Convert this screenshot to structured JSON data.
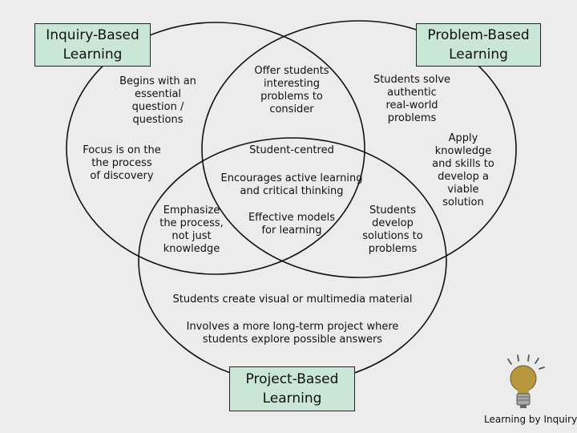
{
  "sets": {
    "inquiry": "Inquiry-Based\nLearning",
    "problem": "Problem-Based\nLearning",
    "project": "Project-Based\nLearning"
  },
  "regions": {
    "inquiry_only_1": "Begins with an\nessential\nquestion /\nquestions",
    "inquiry_only_2": "Focus is on the\nthe process\nof discovery",
    "inquiry_problem": "Offer students\ninteresting\nproblems to\nconsider",
    "problem_only_1": "Students solve\nauthentic\nreal-world\nproblems",
    "problem_only_2": "Apply\nknowledge\nand skills to\ndevelop a\nviable\nsolution",
    "center_1": "Student-centred",
    "center_2": "Encourages active learning\nand critical thinking",
    "center_3": "Effective models\nfor learning",
    "inquiry_project": "Emphasize\nthe process,\nnot just\nknowledge",
    "problem_project": "Students\ndevelop\nsolutions to\nproblems",
    "project_only_1": "Students create visual or multimedia material",
    "project_only_2": "Involves a more long-term project where\nstudents explore possible answers"
  },
  "brand": "Learning by Inquiry",
  "colors": {
    "box_fill": "#c9e6d6",
    "background": "#ececec",
    "bulb": "#b8983e"
  }
}
